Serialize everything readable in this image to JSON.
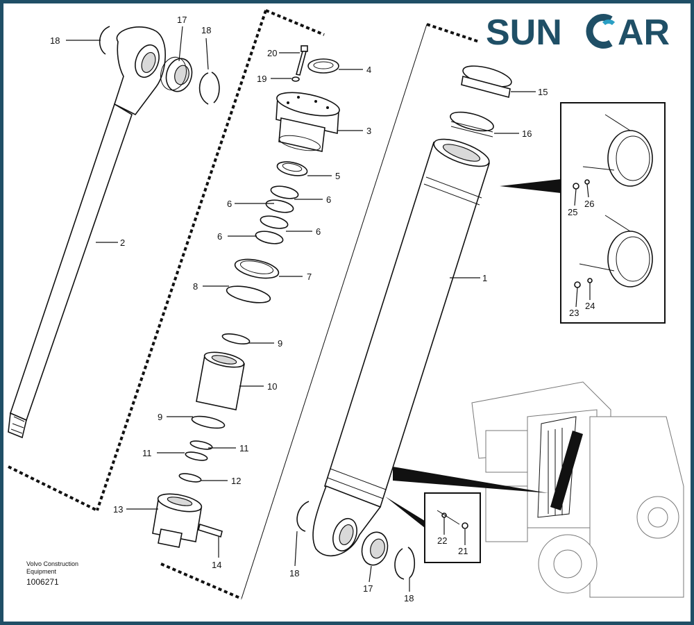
{
  "brand": {
    "name_part1": "SUN",
    "name_part2": "AR",
    "color_dark": "#1f4f66",
    "color_accent": "#2a9fc4"
  },
  "footer": {
    "line1": "Volvo Construction",
    "line2": "Equipment",
    "doc_number": "1006271"
  },
  "labels": {
    "l1": "1",
    "l2": "2",
    "l3": "3",
    "l4": "4",
    "l5": "5",
    "l6a": "6",
    "l6b": "6",
    "l6c": "6",
    "l6d": "6",
    "l7": "7",
    "l8": "8",
    "l9a": "9",
    "l9b": "9",
    "l10": "10",
    "l11a": "11",
    "l11b": "11",
    "l12": "12",
    "l13": "13",
    "l14": "14",
    "l15": "15",
    "l16": "16",
    "l17a": "17",
    "l17b": "17",
    "l18a": "18",
    "l18b": "18",
    "l18c": "18",
    "l18d": "18",
    "l19": "19",
    "l20": "20",
    "l21": "21",
    "l22": "22",
    "l23": "23",
    "l24": "24",
    "l25": "25",
    "l26": "26"
  }
}
